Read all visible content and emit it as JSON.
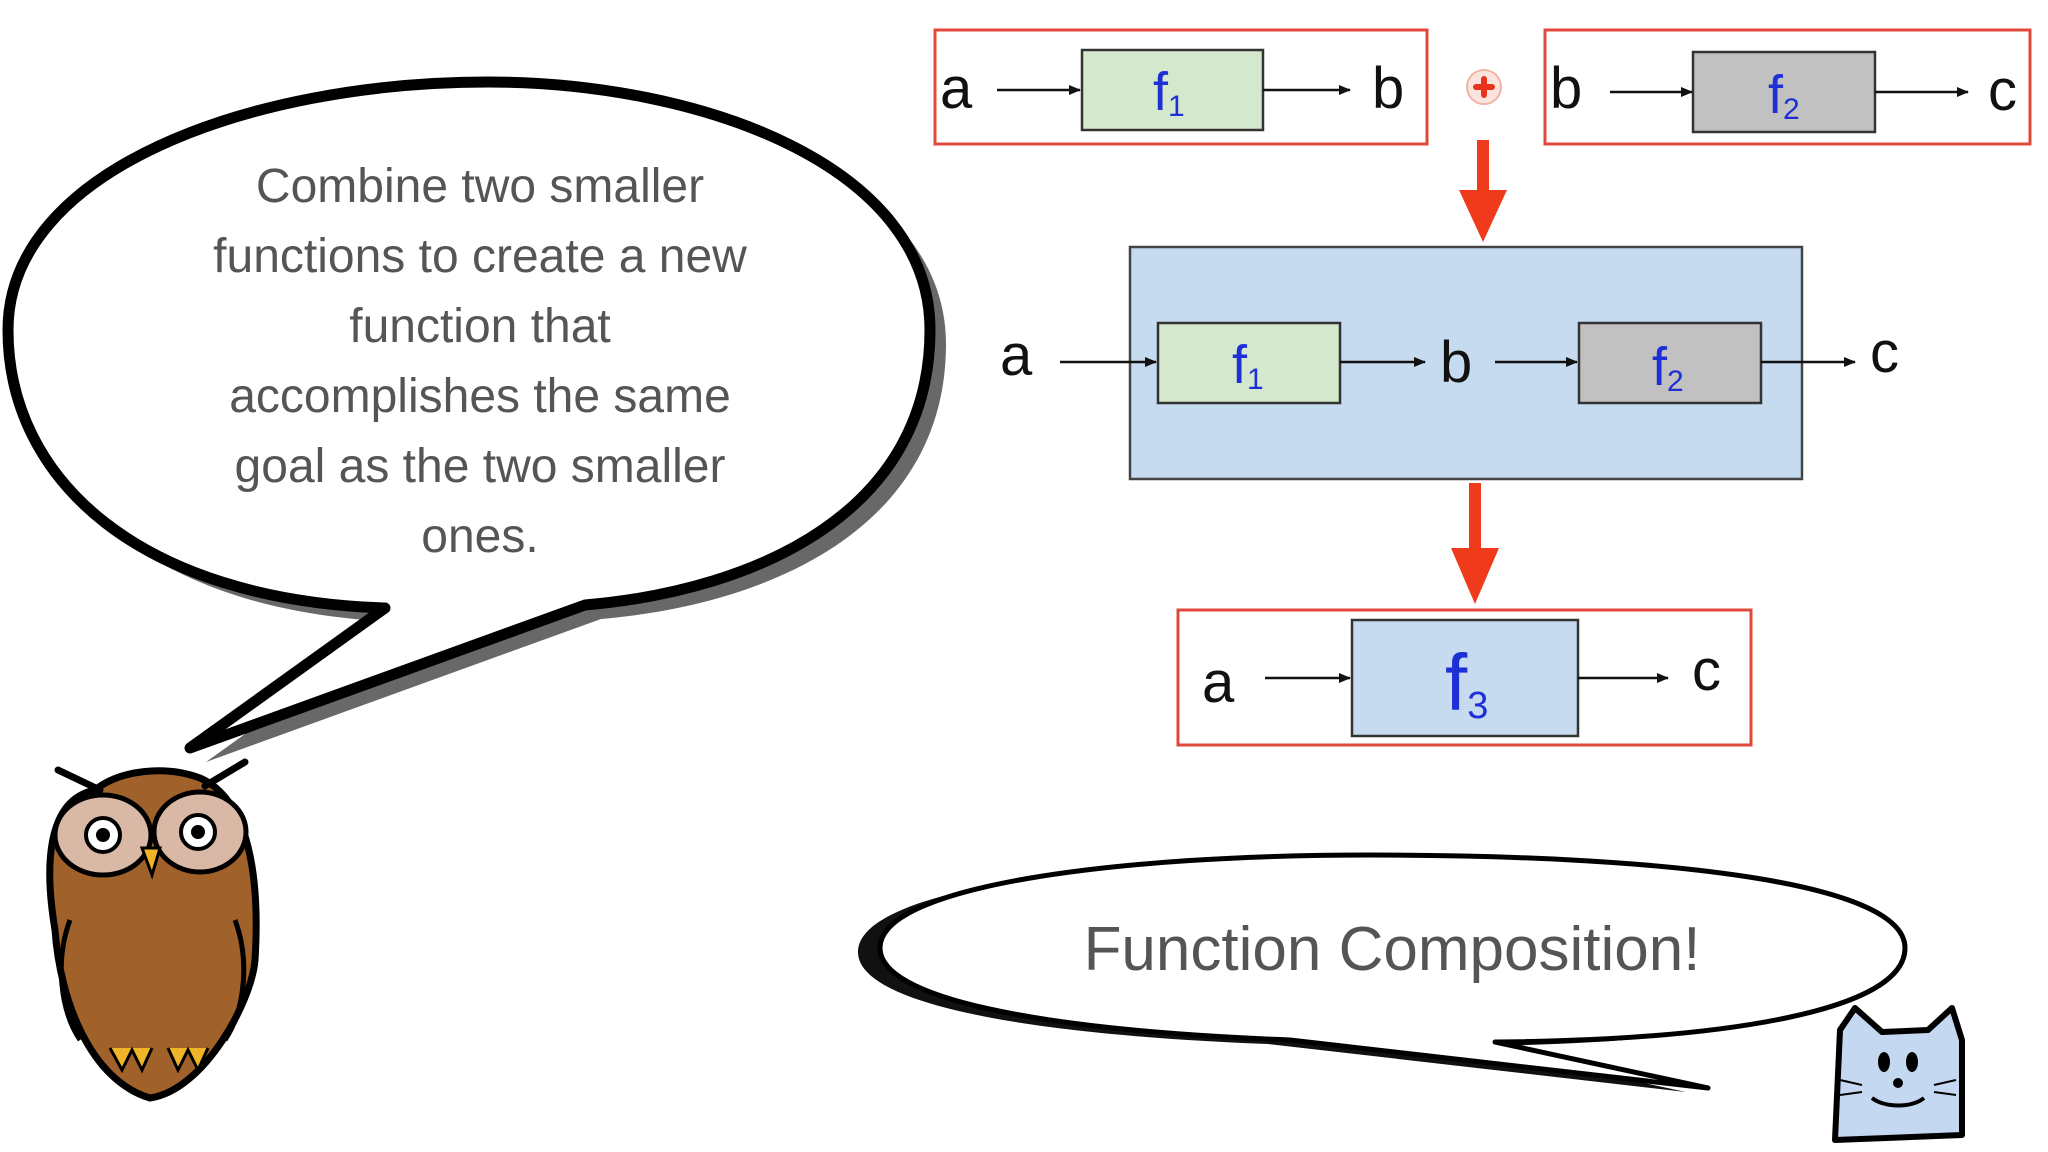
{
  "speech_owl": {
    "lines": [
      "Combine two smaller",
      "functions to create a new",
      "function that",
      "accomplishes the same",
      "goal as the two smaller",
      "ones."
    ]
  },
  "speech_cat": {
    "text": "Function Composition!"
  },
  "diagram": {
    "plus_symbol": "+",
    "box1": {
      "input": "a",
      "func": "f",
      "sub": "1",
      "output": "b"
    },
    "box2": {
      "input": "b",
      "func": "f",
      "sub": "2",
      "output": "c"
    },
    "combined": {
      "input": "a",
      "f1": {
        "func": "f",
        "sub": "1"
      },
      "middle": "b",
      "f2": {
        "func": "f",
        "sub": "2"
      },
      "output": "c"
    },
    "result": {
      "input": "a",
      "func": "f",
      "sub": "3",
      "output": "c"
    }
  },
  "colors": {
    "red_frame": "#e0483a",
    "arrow_red": "#f03a1c",
    "f1_fill": "#d4e8cd",
    "f2_fill": "#c1c1c1",
    "blue_fill": "#c6dbef",
    "func_text": "#1f2fd6",
    "owl_brown": "#a0612a",
    "cat_blue": "#c5d8f2"
  }
}
